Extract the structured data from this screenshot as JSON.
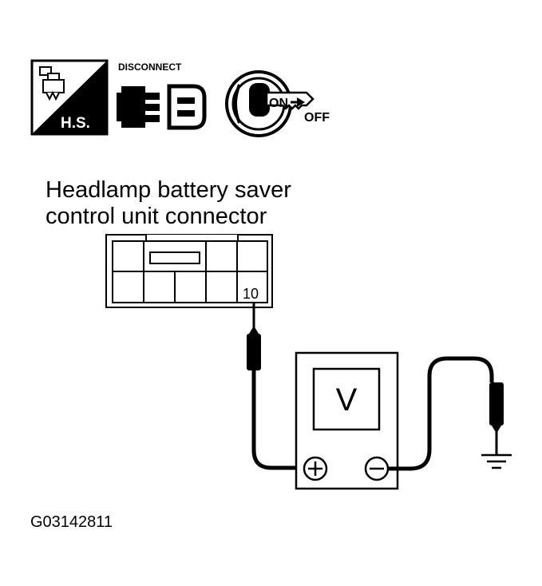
{
  "icons": {
    "hs_label": "H.S.",
    "disconnect_label": "DISCONNECT",
    "on_label": "ON",
    "off_label": "OFF"
  },
  "connector": {
    "title_line1": "Headlamp battery saver",
    "title_line2": "control unit connector",
    "pin_label": "10"
  },
  "meter": {
    "display": "V",
    "positive": "+",
    "negative": "−"
  },
  "figure_code": "G03142811"
}
